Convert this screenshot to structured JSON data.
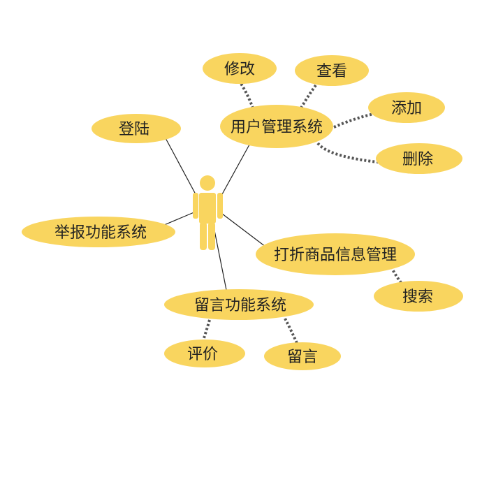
{
  "colors": {
    "node_fill": "#f9d55f",
    "actor_fill": "#f9d55f",
    "line": "#222222",
    "dotted": "#555555"
  },
  "nodes": {
    "xiugai": "修改",
    "chakan": "查看",
    "tianjia": "添加",
    "shanchu": "删除",
    "user_mgmt": "用户管理系统",
    "denglu": "登陆",
    "jubao": "举报功能系统",
    "discount_mgmt": "打折商品信息管理",
    "sousuo": "搜索",
    "liuyan_system": "留言功能系统",
    "pingjia": "评价",
    "liuyan": "留言"
  }
}
